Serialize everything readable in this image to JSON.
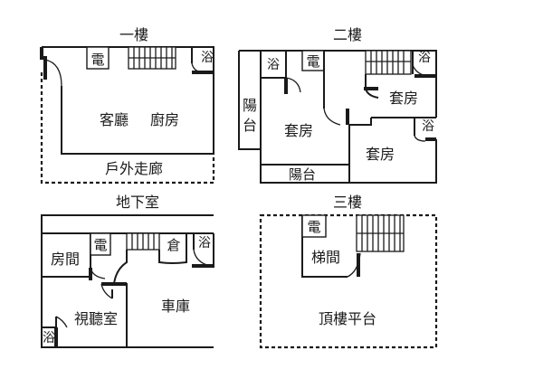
{
  "floor_1": {
    "title": "一樓",
    "electric": "電",
    "bath": "浴",
    "living": "客廳",
    "kitchen": "廚房",
    "corridor": "戶外走廊"
  },
  "floor_2": {
    "title": "二樓",
    "bath_left": "浴",
    "electric": "電",
    "bath_top_right": "浴",
    "balcony_side": "陽台",
    "suite_right": "套房",
    "suite_main": "套房",
    "bath_right": "浴",
    "suite_bottom_right": "套房",
    "balcony_bottom": "陽台"
  },
  "basement": {
    "title": "地下室",
    "room": "房間",
    "electric": "電",
    "storage": "倉",
    "bath_right": "浴",
    "av_room": "視聽室",
    "garage": "車庫",
    "bath_left": "浴"
  },
  "floor_3": {
    "title": "三樓",
    "electric": "電",
    "stairwell": "梯間",
    "roof_deck": "頂樓平台"
  }
}
